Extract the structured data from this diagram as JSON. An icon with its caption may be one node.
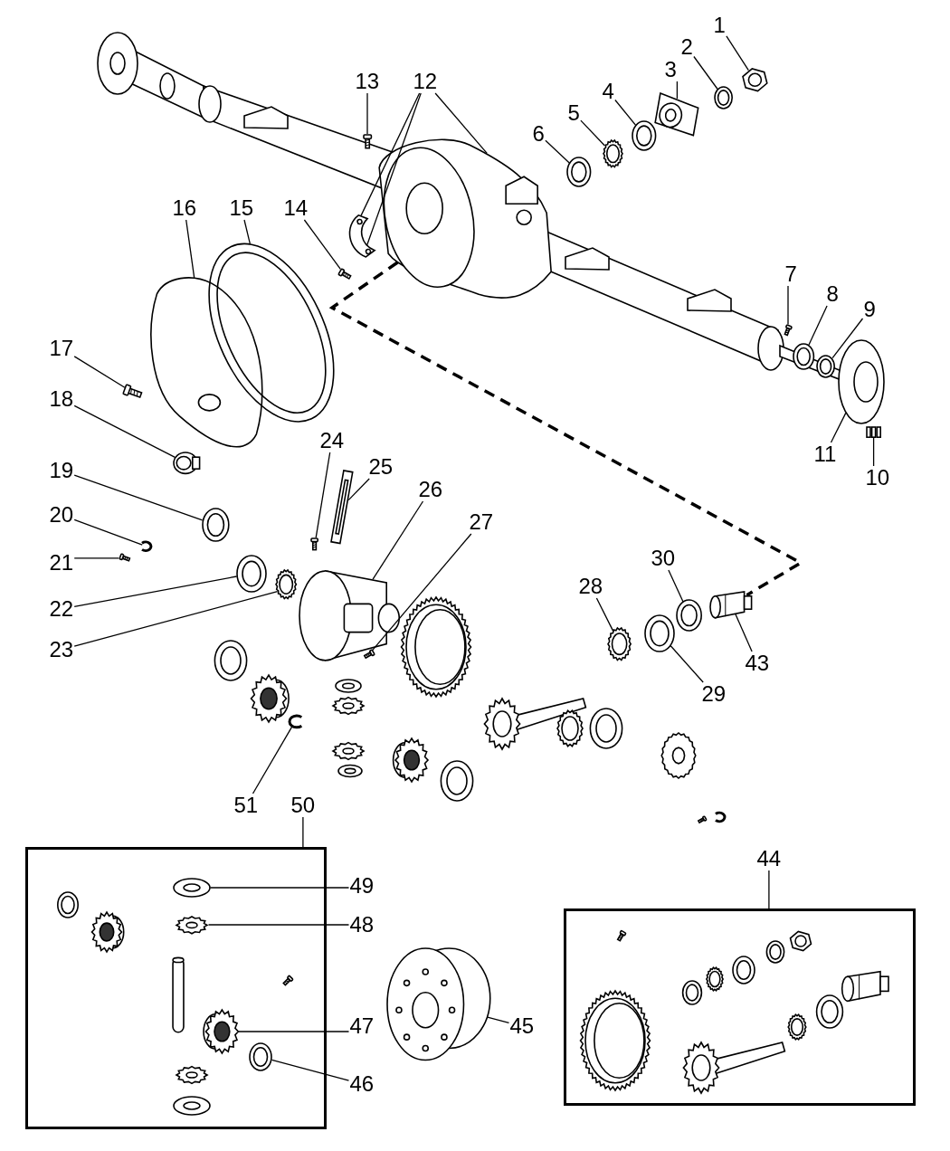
{
  "diagram": {
    "nodes": [
      {
        "text": [
          "1"
        ]
      },
      {
        "text": [
          "13"
        ]
      },
      {
        "text": [
          "12"
        ]
      },
      {
        "text": [
          "2"
        ]
      },
      {
        "text": [
          "3"
        ]
      },
      {
        "text": [
          "4"
        ]
      },
      {
        "text": [
          "5"
        ]
      },
      {
        "text": [
          "6"
        ]
      },
      {
        "text": [
          "16"
        ]
      },
      {
        "text": [
          "15"
        ]
      },
      {
        "text": [
          "14"
        ]
      },
      {
        "text": [
          "7"
        ]
      },
      {
        "text": [
          "8"
        ]
      },
      {
        "text": [
          "9"
        ]
      },
      {
        "text": [
          "17"
        ]
      },
      {
        "text": [
          "18"
        ]
      },
      {
        "text": [
          "11"
        ]
      },
      {
        "text": [
          "10"
        ]
      },
      {
        "text": [
          "24"
        ]
      },
      {
        "text": [
          "19"
        ]
      },
      {
        "text": [
          "25"
        ]
      },
      {
        "text": [
          "26"
        ]
      },
      {
        "text": [
          "20"
        ]
      },
      {
        "text": [
          "27"
        ]
      },
      {
        "text": [
          "21"
        ]
      },
      {
        "text": [
          "30"
        ]
      },
      {
        "text": [
          "28"
        ]
      },
      {
        "text": [
          "22"
        ]
      },
      {
        "text": [
          "23"
        ]
      },
      {
        "text": [
          "43"
        ]
      },
      {
        "text": [
          "29"
        ]
      },
      {
        "text": [
          "51"
        ]
      },
      {
        "text": [
          "50"
        ]
      },
      {
        "text": [],
        "shape": "box"
      },
      {
        "text": [
          "49"
        ]
      },
      {
        "text": [
          "48"
        ]
      },
      {
        "text": [
          "44"
        ]
      },
      {
        "text": [],
        "shape": "box"
      },
      {
        "text": [
          "47"
        ]
      },
      {
        "text": [
          "45"
        ]
      },
      {
        "text": [
          "46"
        ]
      },
      {
        "text": [],
        "shape": "picture"
      },
      {
        "text": [],
        "shape": "picture"
      },
      {
        "text": [],
        "shape": "picture"
      },
      {
        "text": [],
        "shape": "picture"
      },
      {
        "text": [],
        "shape": "picture"
      },
      {
        "text": [],
        "shape": "picture"
      },
      {
        "text": [],
        "shape": "picture"
      },
      {
        "text": [],
        "shape": "picture"
      },
      {
        "text": [],
        "shape": "picture"
      },
      {
        "text": [],
        "shape": "picture"
      },
      {
        "text": [],
        "shape": "picture"
      },
      {
        "text": [],
        "shape": "cylinder"
      },
      {
        "text": [],
        "shape": "cylinder"
      },
      {
        "text": [],
        "shape": "picture"
      },
      {
        "text": [],
        "shape": "picture"
      },
      {
        "text": [],
        "shape": "cylinder"
      },
      {
        "text": [],
        "shape": "circle"
      },
      {
        "text": [],
        "shape": "picture"
      },
      {
        "text": [],
        "shape": "picture"
      },
      {
        "text": [],
        "shape": "picture"
      },
      {
        "text": [],
        "shape": "picture"
      },
      {
        "text": [],
        "shape": "picture"
      },
      {
        "text": [],
        "shape": "picture"
      },
      {
        "text": [],
        "shape": "picture"
      },
      {
        "text": [],
        "shape": "cylinder"
      },
      {
        "text": [],
        "shape": "cylinder"
      },
      {
        "text": [],
        "shape": "picture"
      },
      {
        "text": [],
        "shape": "picture"
      },
      {
        "text": [],
        "shape": "picture"
      },
      {
        "text": [],
        "shape": "picture"
      },
      {
        "text": [],
        "shape": "cylinder"
      },
      {
        "text": [],
        "shape": "picture"
      },
      {
        "text": [],
        "shape": "picture"
      },
      {
        "text": [],
        "shape": "picture",
        "in": 33
      },
      {
        "text": [],
        "shape": "picture",
        "in": 33
      },
      {
        "text": [],
        "shape": "picture",
        "in": 33
      },
      {
        "text": [],
        "shape": "picture"
      },
      {
        "text": [],
        "shape": "picture",
        "in": 33
      }
    ],
    "edges": [
      {
        "from": 0,
        "to": 41,
        "arrow": "none"
      },
      {
        "from": 1,
        "to": 42,
        "arrow": "none"
      },
      {
        "from": 2,
        "to": 43,
        "arrow": "none"
      },
      {
        "from": 2,
        "to": 43,
        "arrow": "none"
      },
      {
        "from": 2,
        "to": 44,
        "arrow": "none"
      },
      {
        "from": 3,
        "to": 45,
        "arrow": "none"
      },
      {
        "from": 4,
        "to": 46,
        "arrow": "none"
      },
      {
        "from": 5,
        "to": 47,
        "arrow": "none"
      },
      {
        "from": 6,
        "to": 48,
        "arrow": "none"
      },
      {
        "from": 7,
        "to": 49,
        "arrow": "none"
      },
      {
        "from": 8,
        "to": 50,
        "arrow": "none"
      },
      {
        "from": 9,
        "to": 51,
        "arrow": "none"
      },
      {
        "from": 10,
        "to": 52,
        "arrow": "none"
      },
      {
        "from": 11,
        "to": 53,
        "arrow": "none"
      },
      {
        "from": 12,
        "to": 54,
        "arrow": "none"
      },
      {
        "from": 13,
        "to": 55,
        "arrow": "none"
      },
      {
        "from": 14,
        "to": 56,
        "arrow": "none"
      },
      {
        "from": 15,
        "to": 57,
        "arrow": "none"
      },
      {
        "from": 16,
        "to": 58,
        "arrow": "none"
      },
      {
        "from": 17,
        "to": 59,
        "arrow": "none"
      },
      {
        "from": 18,
        "to": 60,
        "arrow": "none"
      },
      {
        "from": 19,
        "to": 61,
        "arrow": "none"
      },
      {
        "from": 20,
        "to": 62,
        "arrow": "none"
      },
      {
        "from": 21,
        "to": 63,
        "arrow": "none"
      },
      {
        "from": 22,
        "to": 64,
        "arrow": "none"
      },
      {
        "from": 23,
        "to": 65,
        "arrow": "none"
      },
      {
        "from": 24,
        "to": 66,
        "arrow": "none"
      },
      {
        "from": 25,
        "to": 67,
        "arrow": "none"
      },
      {
        "from": 26,
        "to": 68,
        "arrow": "none"
      },
      {
        "from": 27,
        "to": 69,
        "arrow": "none"
      },
      {
        "from": 28,
        "to": 70,
        "arrow": "none"
      },
      {
        "from": 29,
        "to": 71,
        "arrow": "none"
      },
      {
        "from": 30,
        "to": 72,
        "arrow": "none"
      },
      {
        "from": 31,
        "to": 73,
        "arrow": "none"
      },
      {
        "from": 32,
        "to": 33,
        "arrow": "none"
      },
      {
        "from": 34,
        "to": 74,
        "arrow": "none"
      },
      {
        "from": 35,
        "to": 75,
        "arrow": "none"
      },
      {
        "from": 36,
        "to": 37,
        "arrow": "none"
      },
      {
        "from": 38,
        "to": 76,
        "arrow": "none"
      },
      {
        "from": 39,
        "to": 77,
        "arrow": "none"
      },
      {
        "from": 40,
        "to": 78,
        "arrow": "none"
      },
      {
        "from": 44,
        "to": 71,
        "arrow": "none",
        "style": "dashed"
      }
    ]
  }
}
